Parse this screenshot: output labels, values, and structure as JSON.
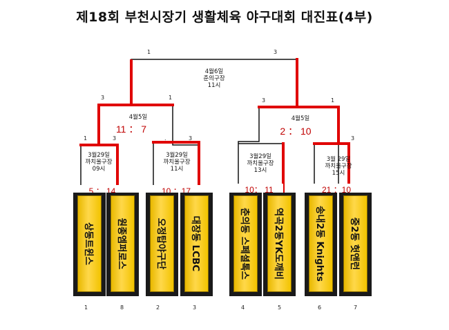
{
  "title": "제18회 부천시장기 생활체육 야구대회 대진표(4부)",
  "final": {
    "date": "4월6일",
    "venue": "춘의구장",
    "time": "11시",
    "left_num": "1",
    "right_num": "3"
  },
  "semis": [
    {
      "date": "4월5일",
      "score": "11 ： 7",
      "left_num": "3",
      "right_num": "1"
    },
    {
      "date": "4월5일",
      "score": "2 ： 10",
      "left_num": "3",
      "right_num": "1"
    }
  ],
  "quarters": [
    {
      "date": "3월29일",
      "venue": "까치울구장",
      "time": "09시",
      "score": "5 ： 14",
      "left_num": "1",
      "right_num": "3"
    },
    {
      "date": "3월29일",
      "venue": "까치울구장",
      "time": "11시",
      "score": "10 ：17",
      "left_num": ".",
      "right_num": "3"
    },
    {
      "date": "3월29일",
      "venue": "까치울구장",
      "time": "13시",
      "score": "10： 11",
      "left_num": "",
      "right_num": ""
    },
    {
      "date": "3월 29일",
      "venue": "까치울구장",
      "time": "15시",
      "score": "21 ：10",
      "left_num": "",
      "right_num": "3"
    }
  ],
  "teams": [
    {
      "name": "상동트윈스",
      "seed": "1"
    },
    {
      "name": "원종엠퍼로스",
      "seed": "8"
    },
    {
      "name": "오정탑야구단",
      "seed": "2"
    },
    {
      "name": "대장동 LCBC",
      "seed": "3"
    },
    {
      "name": "춘의동 스페셜톡스",
      "seed": "4"
    },
    {
      "name": "역곡2동YK도깨비",
      "seed": "5"
    },
    {
      "name": "송내2동 Knights",
      "seed": "6"
    },
    {
      "name": "중2동 헛앤런",
      "seed": "7"
    }
  ],
  "colors": {
    "winner_line": "#e00000",
    "line": "#111111",
    "score": "#c00000",
    "team_fill": "#ffd84a"
  }
}
